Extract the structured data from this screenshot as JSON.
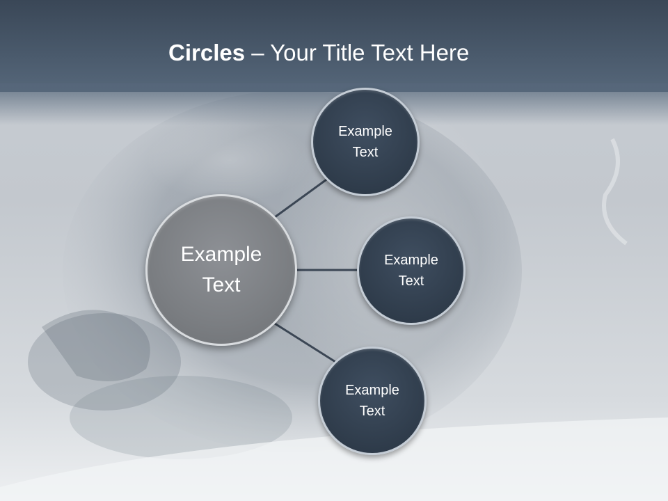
{
  "slide": {
    "title_bold": "Circles",
    "title_rest": " – Your Title Text Here"
  },
  "diagram": {
    "center": {
      "line1": "Example",
      "line2": "Text"
    },
    "nodes": [
      {
        "line1": "Example",
        "line2": "Text"
      },
      {
        "line1": "Example",
        "line2": "Text"
      },
      {
        "line1": "Example",
        "line2": "Text"
      }
    ]
  },
  "colors": {
    "title_band": "#3a4757",
    "node_fill": "#2f3c4b",
    "center_fill": "#7b7e82",
    "connector": "#3b4654"
  }
}
